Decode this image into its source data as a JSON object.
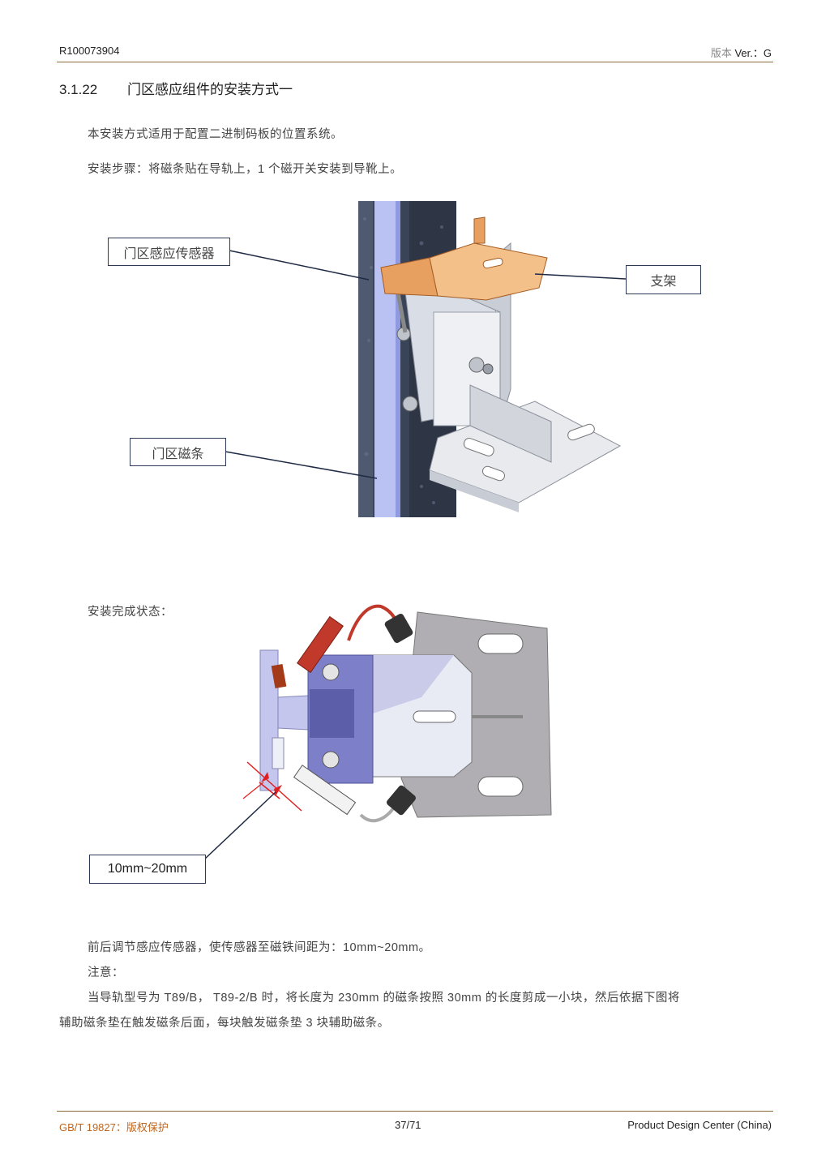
{
  "header": {
    "doc_id": "R100073904",
    "version_label_cn": "版本",
    "version_label": "Ver.：G"
  },
  "section": {
    "number": "3.1.22",
    "title": "门区感应组件的安装方式一"
  },
  "intro": {
    "line1": "本安装方式适用于配置二进制码板的位置系统。",
    "line2": "安装步骤：将磁条贴在导轨上，1 个磁开关安装到导靴上。"
  },
  "figure1": {
    "callout_sensor": "门区感应传感器",
    "callout_bracket": "支架",
    "callout_strip": "门区磁条"
  },
  "state_label": "安装完成状态：",
  "figure2": {
    "callout_gap": "10mm~20mm"
  },
  "notes": {
    "adjust": "前后调节感应传感器，使传感器至磁铁间距为：10mm~20mm。",
    "note_label": "注意：",
    "note_line1": "当导轨型号为 T89/B， T89-2/B 时，将长度为 230mm 的磁条按照 30mm 的长度剪成一小块，然后依据下图将",
    "note_line2": "辅助磁条垫在触发磁条后面，每块触发磁条垫 3 块辅助磁条。"
  },
  "footer": {
    "left": "GB/T 19827：版权保护",
    "page": "37/71",
    "right": "Product Design Center (China)"
  },
  "colors": {
    "rule": "#8a6a3a",
    "callout_border": "#2e3a55",
    "bracket_orange": "#e8a060",
    "sensor_red": "#c0392b",
    "footer_accent": "#c0661f"
  }
}
